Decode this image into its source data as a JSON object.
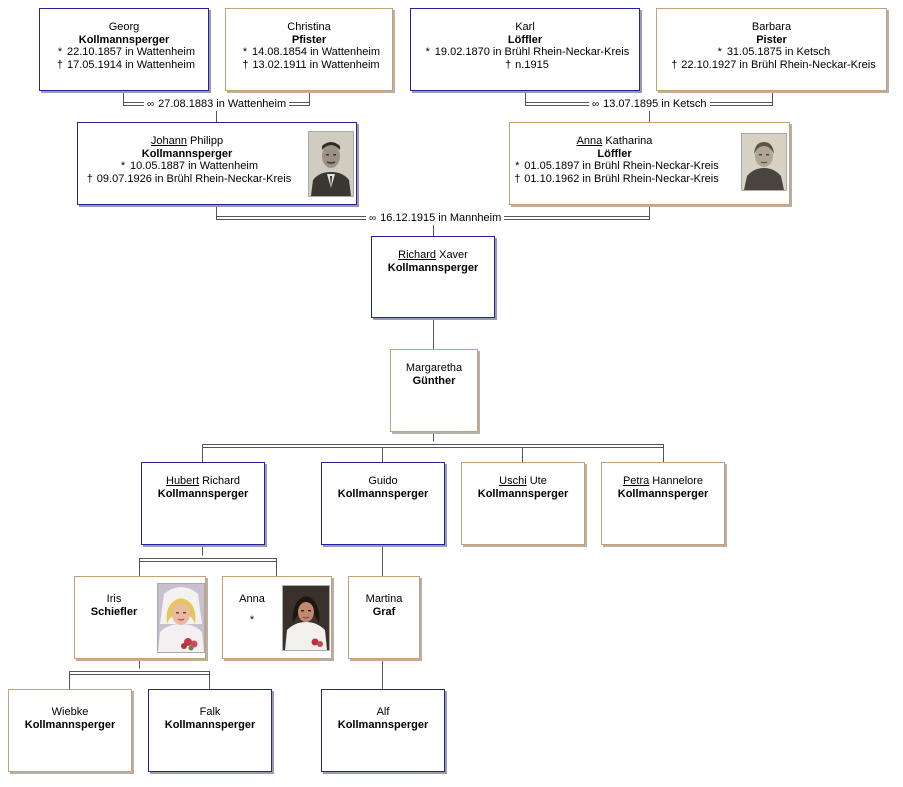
{
  "people": {
    "georg": {
      "given": "Georg",
      "surname": "Kollmannsperger",
      "birth": "22.10.1857 in Wattenheim",
      "death": "17.05.1914 in Wattenheim",
      "sex": "m"
    },
    "christina": {
      "given": "Christina",
      "surname": "Pfister",
      "birth": "14.08.1854 in Wattenheim",
      "death": "13.02.1911 in Wattenheim",
      "sex": "f"
    },
    "karl": {
      "given": "Karl",
      "surname": "Löffler",
      "birth": "19.02.1870 in Brühl Rhein-Neckar-Kreis",
      "death": "n.1915",
      "sex": "m"
    },
    "barbara": {
      "given": "Barbara",
      "surname": "Pister",
      "birth": "31.05.1875 in Ketsch",
      "death": "22.10.1927 in Brühl Rhein-Neckar-Kreis",
      "sex": "f"
    },
    "johann": {
      "callname": "Johann",
      "given_rest": " Philipp",
      "surname": "Kollmannsperger",
      "birth": "10.05.1887 in Wattenheim",
      "death": "09.07.1926 in Brühl Rhein-Neckar-Kreis",
      "sex": "m"
    },
    "anna_k": {
      "callname": "Anna",
      "given_rest": " Katharina",
      "surname": "Löffler",
      "birth": "01.05.1897 in Brühl Rhein-Neckar-Kreis",
      "death": "01.10.1962 in Brühl Rhein-Neckar-Kreis",
      "sex": "f"
    },
    "richard": {
      "callname": "Richard",
      "given_rest": " Xaver",
      "surname": "Kollmannsperger",
      "sex": "m"
    },
    "margaretha": {
      "given": "Margaretha",
      "surname": "Günther",
      "sex": "f"
    },
    "hubert": {
      "callname": "Hubert",
      "given_rest": " Richard",
      "surname": "Kollmannsperger",
      "sex": "m"
    },
    "guido": {
      "given": "Guido",
      "surname": "Kollmannsperger",
      "sex": "m"
    },
    "uschi": {
      "callname": "Uschi",
      "given_rest": " Ute",
      "surname": "Kollmannsperger",
      "sex": "f"
    },
    "petra": {
      "callname": "Petra",
      "given_rest": " Hannelore",
      "surname": "Kollmannsperger",
      "sex": "f"
    },
    "iris": {
      "given": "Iris",
      "surname": "Schiefler",
      "sex": "f"
    },
    "anna": {
      "given": "Anna",
      "birth": "",
      "sex": "f"
    },
    "martina": {
      "given": "Martina",
      "surname": "Graf",
      "sex": "f"
    },
    "wiebke": {
      "given": "Wiebke",
      "surname": "Kollmannsperger",
      "sex": "f"
    },
    "falk": {
      "given": "Falk",
      "surname": "Kollmannsperger",
      "sex": "m"
    },
    "alf": {
      "given": "Alf",
      "surname": "Kollmannsperger",
      "sex": "m"
    }
  },
  "marriages": {
    "georg_christina": "27.08.1883 in Wattenheim",
    "karl_barbara": "13.07.1895 in Ketsch",
    "johann_anna": "16.12.1915 in Mannheim"
  },
  "symbols": {
    "birth": "*",
    "death": "†",
    "marriage": "∞"
  },
  "colors": {
    "male_border": "#22229a",
    "female_border": "#c8a078",
    "connector": "#555555"
  }
}
